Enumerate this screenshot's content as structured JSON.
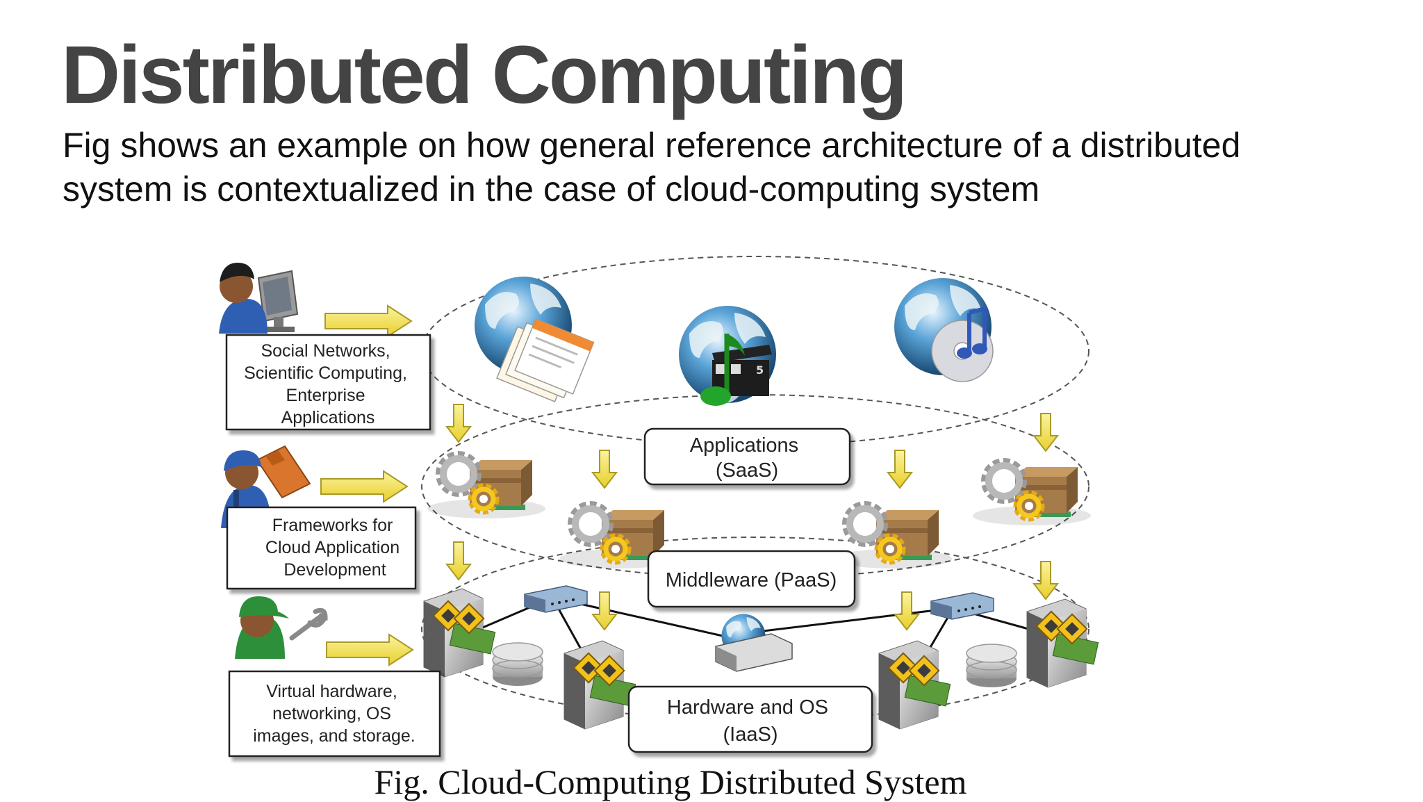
{
  "slide": {
    "title": "Distributed Computing",
    "subtitle_line1": "Fig shows an example on how general reference architecture of a distributed",
    "subtitle_line2": "system is contextualized in the case of cloud-computing system"
  },
  "diagram": {
    "user_boxes": [
      [
        "Social Networks,",
        "Scientific Computing,",
        "Enterprise",
        "Applications"
      ],
      [
        "Frameworks for",
        "Cloud Application",
        "Development"
      ],
      [
        "Virtual  hardware,",
        "networking, OS",
        "images, and storage."
      ]
    ],
    "layers": [
      [
        "Applications",
        "(SaaS)"
      ],
      [
        "Middleware (PaaS)"
      ],
      [
        "Hardware and OS",
        "(IaaS)"
      ]
    ],
    "film_clap_number": "5",
    "caption": "Fig. Cloud-Computing Distributed System"
  },
  "colors": {
    "title": "#444444",
    "arrow_fill": "#f3e04a",
    "arrow_stroke": "#a89a25",
    "dashed_ellipse": "#555555",
    "globe_blue": "#2b6fa8",
    "gear_yellow": "#f2c21b",
    "box_brown": "#9a7447"
  }
}
